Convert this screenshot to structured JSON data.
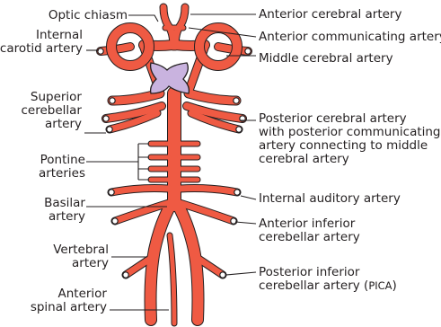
{
  "colors": {
    "artery": "#ef5a43",
    "artery_outline": "#231f20",
    "chiasm": "#c9b3df",
    "leader": "#231f20",
    "text": "#231f20"
  },
  "labels": {
    "optic_chiasm": "Optic chiasm",
    "internal_carotid": [
      "Internal",
      "carotid artery"
    ],
    "superior_cerebellar": [
      "Superior",
      "cerebellar",
      "artery"
    ],
    "pontine_arteries": [
      "Pontine",
      "arteries"
    ],
    "basilar_artery": [
      "Basilar",
      "artery"
    ],
    "vertebral_artery": [
      "Vertebral",
      "artery"
    ],
    "anterior_spinal": [
      "Anterior",
      "spinal artery"
    ],
    "anterior_cerebral": "Anterior cerebral artery",
    "anterior_communicating": "Anterior communicating artery",
    "middle_cerebral": "Middle cerebral artery",
    "posterior_cerebral": [
      "Posterior cerebral artery",
      "with posterior communicating",
      "artery connecting to middle",
      "cerebral artery"
    ],
    "internal_auditory": "Internal auditory artery",
    "anterior_inferior_cerebellar": [
      "Anterior inferior",
      "cerebellar artery"
    ],
    "posterior_inferior_cerebellar": [
      "Posterior inferior",
      "cerebellar artery (",
      "PICA",
      ")"
    ]
  }
}
